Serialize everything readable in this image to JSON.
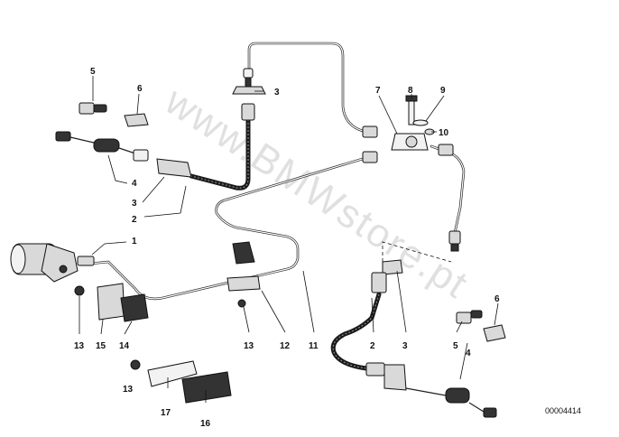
{
  "diagram": {
    "watermark": "www.BMWstore.pt",
    "reference_number": "00004414",
    "callouts": [
      "1",
      "2",
      "3",
      "4",
      "5",
      "6",
      "7",
      "8",
      "9",
      "10",
      "11",
      "12",
      "13",
      "14",
      "15",
      "16",
      "17"
    ]
  },
  "colors": {
    "line": "#222222",
    "watermark": "#c8c8c8",
    "background": "#ffffff"
  }
}
